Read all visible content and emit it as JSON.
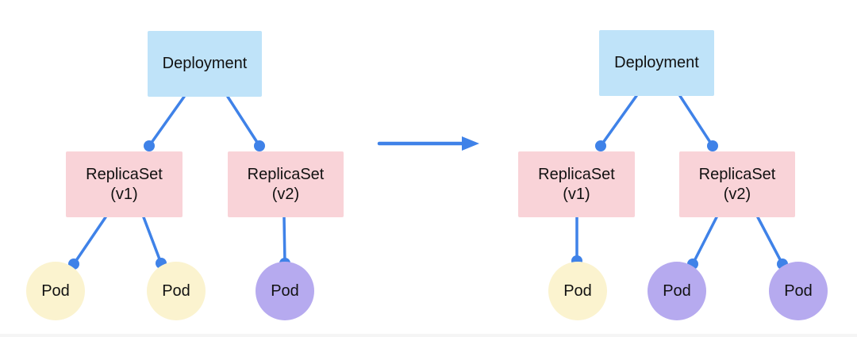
{
  "colors": {
    "deployment_fill": "#bfe3f9",
    "replicaset_fill": "#f9d3d8",
    "pod_v1_fill": "#fbf3cf",
    "pod_v2_fill": "#b6aaef",
    "connector_blue": "#3f82e8",
    "text": "#111111",
    "background": "#ffffff"
  },
  "left_diagram": {
    "deployment": {
      "label": "Deployment"
    },
    "replicasets": [
      {
        "name": "ReplicaSet",
        "version": "(v1)"
      },
      {
        "name": "ReplicaSet",
        "version": "(v2)"
      }
    ],
    "pods": [
      {
        "label": "Pod",
        "variant": "v1"
      },
      {
        "label": "Pod",
        "variant": "v1"
      },
      {
        "label": "Pod",
        "variant": "v2"
      }
    ]
  },
  "right_diagram": {
    "deployment": {
      "label": "Deployment"
    },
    "replicasets": [
      {
        "name": "ReplicaSet",
        "version": "(v1)"
      },
      {
        "name": "ReplicaSet",
        "version": "(v2)"
      }
    ],
    "pods": [
      {
        "label": "Pod",
        "variant": "v1"
      },
      {
        "label": "Pod",
        "variant": "v2"
      },
      {
        "label": "Pod",
        "variant": "v2"
      }
    ]
  },
  "arrow": {
    "direction": "right"
  }
}
